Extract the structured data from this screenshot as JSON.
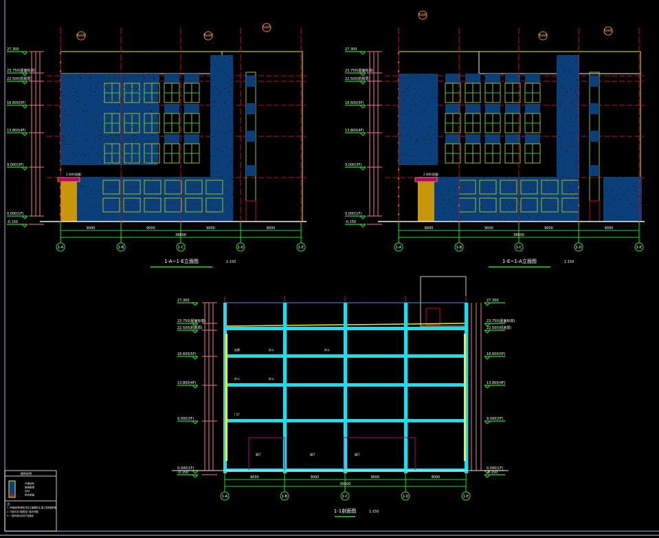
{
  "colors": {
    "bg": "#000000",
    "wall": "#0a3f7a",
    "grid": "#22e022",
    "axis_red": "#c01010",
    "dim": "#f08080",
    "cyan": "#19e0f0",
    "yellow": "#f0f020",
    "gold": "#c8960a",
    "magenta": "#b0007a",
    "orange": "#f08020",
    "frame": "#6080a0"
  },
  "elevation_a": {
    "title": "1-A~1-E立面图",
    "scale": "1:150",
    "levels": [
      "27.300",
      "23.750(屋面标高)",
      "22.500(机房层)",
      "18.600(5F)",
      "13.800(4F)",
      "9.000(3F)",
      "0.000(1F)",
      "-0.150"
    ],
    "axes": [
      "1-A",
      "1-B",
      "1-C",
      "1-D",
      "1-E"
    ],
    "spans": [
      "9000",
      "9000",
      "9000",
      "9000"
    ],
    "total": "36000",
    "callouts": [
      "5a / 1-16",
      "5b / 1-17",
      "1 / 1-17"
    ],
    "canopy": "2.400(雨篷)"
  },
  "elevation_b": {
    "title": "1-E~1-A立面图",
    "scale": "1:150",
    "levels": [
      "27.300",
      "23.750(屋面标高)",
      "22.500(机房层)",
      "18.600(5F)",
      "13.800(4F)",
      "9.000(3F)",
      "0.000(1F)",
      "-0.150"
    ],
    "axes": [
      "1-A",
      "1-B",
      "1-C",
      "1-D",
      "1-E"
    ],
    "spans": [
      "9000",
      "9000",
      "9000",
      "9000"
    ],
    "total": "36000",
    "callouts": [
      "9 / 1-17",
      "5a / 1-16",
      "1 / 1-17"
    ],
    "canopy": "2.400(雨篷)"
  },
  "section": {
    "title": "1-1剖面图",
    "scale": "1:150",
    "levels": [
      "27.300",
      "23.750(屋面标高)",
      "22.500(机房层)",
      "18.600(5F)",
      "13.800(4F)",
      "9.000(3F)",
      "0.000(1F)",
      "-0.150"
    ],
    "axes": [
      "1-A",
      "1-B",
      "1-C",
      "1-D",
      "1-E"
    ],
    "spans": [
      "9000",
      "9000",
      "9000",
      "9000"
    ],
    "total": "36000",
    "room_labels": [
      "走廊",
      "办公",
      "办公",
      "办公",
      "办公",
      "门厅",
      "展厅",
      "展厅",
      "展厅"
    ]
  },
  "legend": {
    "title": "图例说明",
    "items": [
      "外墙涂料",
      "玻璃幕墙",
      "石材",
      "铝合金窗"
    ],
    "notes_title": "注:",
    "notes": [
      "1. 外墙面材料颜色详见立面图标注,施工前需做样板",
      "2. 门窗详见门窗表及门窗大样图",
      "3. 一层外墙为石材干挂做法"
    ]
  }
}
